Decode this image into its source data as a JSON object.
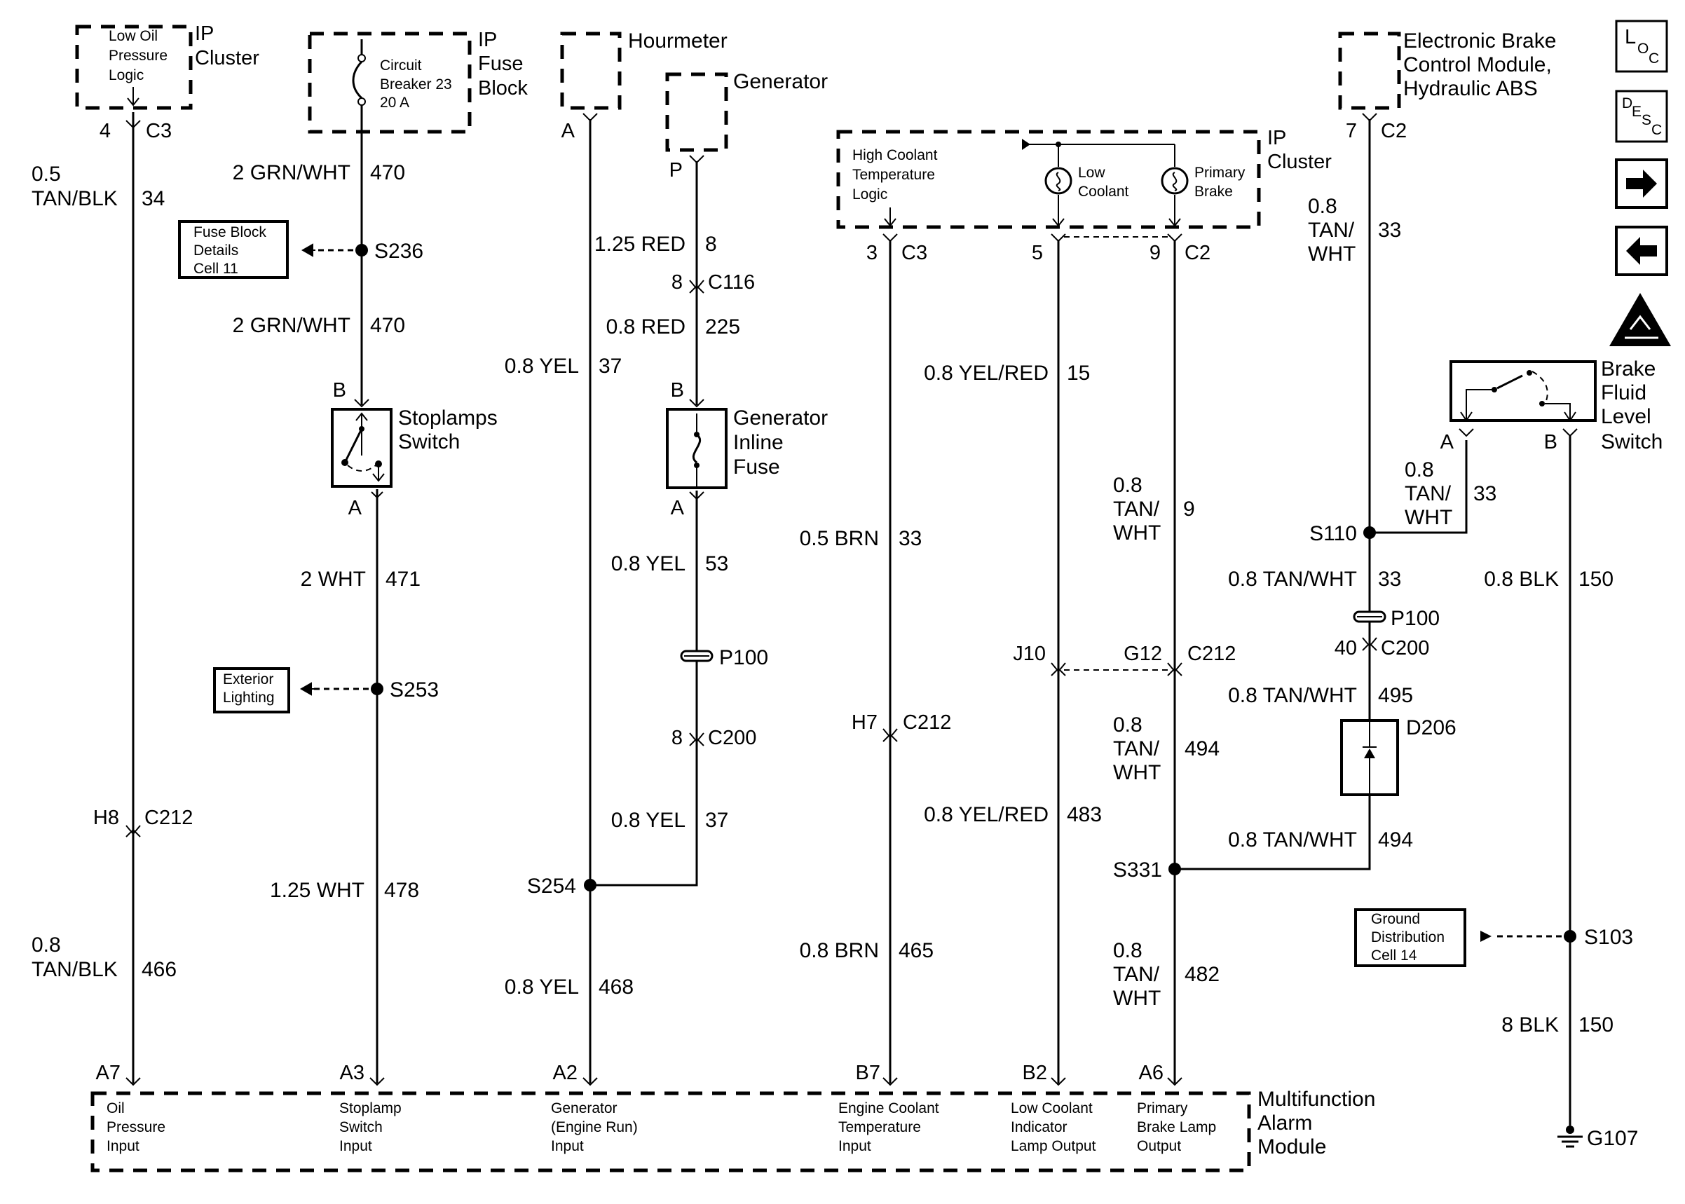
{
  "components": {
    "ip_cluster_left": {
      "name": [
        "IP",
        "Cluster"
      ],
      "inner": [
        "Low Oil",
        "Pressure",
        "Logic"
      ]
    },
    "ip_fuse_block": {
      "name": [
        "IP",
        "Fuse",
        "Block"
      ],
      "inner": [
        "Circuit",
        "Breaker 23",
        "20 A"
      ]
    },
    "hourmeter": {
      "name": "Hourmeter"
    },
    "generator": {
      "name": "Generator"
    },
    "stoplamps_switch": {
      "name": [
        "Stoplamps",
        "Switch"
      ]
    },
    "generator_inline_fuse": {
      "name": [
        "Generator",
        "Inline",
        "Fuse"
      ]
    },
    "ip_cluster_right": {
      "name": [
        "IP",
        "Cluster"
      ],
      "logic": [
        "High Coolant",
        "Temperature",
        "Logic"
      ],
      "lamp1": [
        "Low",
        "Coolant"
      ],
      "lamp2": [
        "Primary",
        "Brake"
      ]
    },
    "ebcm": {
      "name": [
        "Electronic Brake",
        "Control Module,",
        "Hydraulic ABS"
      ]
    },
    "brake_fluid_switch": {
      "name": [
        "Brake",
        "Fluid",
        "Level",
        "Switch"
      ]
    },
    "d206": {
      "name": "D206"
    },
    "fuse_block_details": [
      "Fuse Block",
      "Details",
      "Cell 11"
    ],
    "exterior_lighting": [
      "Exterior",
      "Lighting"
    ],
    "ground_distribution": [
      "Ground",
      "Distribution",
      "Cell 14"
    ],
    "mam": {
      "name": [
        "Multifunction",
        "Alarm",
        "Module"
      ],
      "inputs": [
        [
          "Oil",
          "Pressure",
          "Input"
        ],
        [
          "Stoplamp",
          "Switch",
          "Input"
        ],
        [
          "Generator",
          "(Engine Run)",
          "Input"
        ],
        [
          "Engine Coolant",
          "Temperature",
          "Input"
        ],
        [
          "Low Coolant",
          "Indicator",
          "Lamp Output"
        ],
        [
          "Primary",
          "Brake Lamp",
          "Output"
        ]
      ]
    }
  },
  "pins": {
    "c1_top": "4",
    "c1_top_conn": "C3",
    "c1_mid": "H8",
    "c1_mid_conn": "C212",
    "c1_bot": "A7",
    "c2_top": "B",
    "c2_bottom_sw": "A",
    "c2_bot": "A3",
    "c3_top": "A",
    "c3_bot": "A2",
    "c4_top": "P",
    "c4_c116": "8",
    "c4_c116_conn": "C116",
    "c4_fuse_b": "B",
    "c4_fuse_a": "A",
    "c4_c200": "8",
    "c4_c200_conn": "C200",
    "c5_top": "3",
    "c5_top_conn": "C3",
    "c5_mid": "H7",
    "c5_mid_conn": "C212",
    "c5_bot": "B7",
    "c6_top": "5",
    "c6_mid": "J10",
    "c6_bot": "B2",
    "c7_top": "9",
    "c7_top_conn": "C2",
    "c7_mid": "G12",
    "c7_mid_conn": "C212",
    "c7_bot": "A6",
    "c8_top": "7",
    "c8_top_conn": "C2",
    "c8_c200": "40",
    "c8_c200_conn": "C200",
    "bf_a": "A",
    "bf_b": "B"
  },
  "splices": {
    "s236": "S236",
    "s253": "S253",
    "s254": "S254",
    "s110": "S110",
    "s331": "S331",
    "s103": "S103",
    "p100a": "P100",
    "p100b": "P100",
    "g107": "G107"
  },
  "wires": {
    "w34": {
      "gauge": [
        "0.5",
        "TAN/BLK"
      ],
      "circuit": "34"
    },
    "w466": {
      "gauge": [
        "0.8",
        "TAN/BLK"
      ],
      "circuit": "466"
    },
    "w470a": {
      "gauge": "2 GRN/WHT",
      "circuit": "470"
    },
    "w470b": {
      "gauge": "2 GRN/WHT",
      "circuit": "470"
    },
    "w471": {
      "gauge": "2 WHT",
      "circuit": "471"
    },
    "w478": {
      "gauge": "1.25 WHT",
      "circuit": "478"
    },
    "w37a": {
      "gauge": "0.8 YEL",
      "circuit": "37"
    },
    "w468": {
      "gauge": "0.8 YEL",
      "circuit": "468"
    },
    "w8": {
      "gauge": "1.25 RED",
      "circuit": "8"
    },
    "w225": {
      "gauge": "0.8 RED",
      "circuit": "225"
    },
    "w53": {
      "gauge": "0.8 YEL",
      "circuit": "53"
    },
    "w37b": {
      "gauge": "0.8 YEL",
      "circuit": "37"
    },
    "w33brn": {
      "gauge": "0.5 BRN",
      "circuit": "33"
    },
    "w465": {
      "gauge": "0.8 BRN",
      "circuit": "465"
    },
    "w15": {
      "gauge": "0.8 YEL/RED",
      "circuit": "15"
    },
    "w483": {
      "gauge": "0.8 YEL/RED",
      "circuit": "483"
    },
    "w9": {
      "gauge": [
        "0.8",
        "TAN/",
        "WHT"
      ],
      "circuit": "9"
    },
    "w494a": {
      "gauge": [
        "0.8",
        "TAN/",
        "WHT"
      ],
      "circuit": "494"
    },
    "w482": {
      "gauge": [
        "0.8",
        "TAN/",
        "WHT"
      ],
      "circuit": "482"
    },
    "w33a": {
      "gauge": [
        "0.8",
        "TAN/",
        "WHT"
      ],
      "circuit": "33"
    },
    "w33b": {
      "gauge": [
        "0.8",
        "TAN/",
        "WHT"
      ],
      "circuit": "33"
    },
    "w33c": {
      "gauge": "0.8 TAN/WHT",
      "circuit": "33"
    },
    "w495": {
      "gauge": "0.8 TAN/WHT",
      "circuit": "495"
    },
    "w494b": {
      "gauge": "0.8 TAN/WHT",
      "circuit": "494"
    },
    "w150a": {
      "gauge": "0.8 BLK",
      "circuit": "150"
    },
    "w150b": {
      "gauge": "8 BLK",
      "circuit": "150"
    }
  },
  "side_icons": {
    "loc": [
      "L",
      "O",
      "C"
    ],
    "desc": [
      "D",
      "E",
      "S",
      "C"
    ],
    "icons": [
      "arrow-right-icon",
      "arrow-left-icon",
      "esd-warning-icon"
    ]
  }
}
